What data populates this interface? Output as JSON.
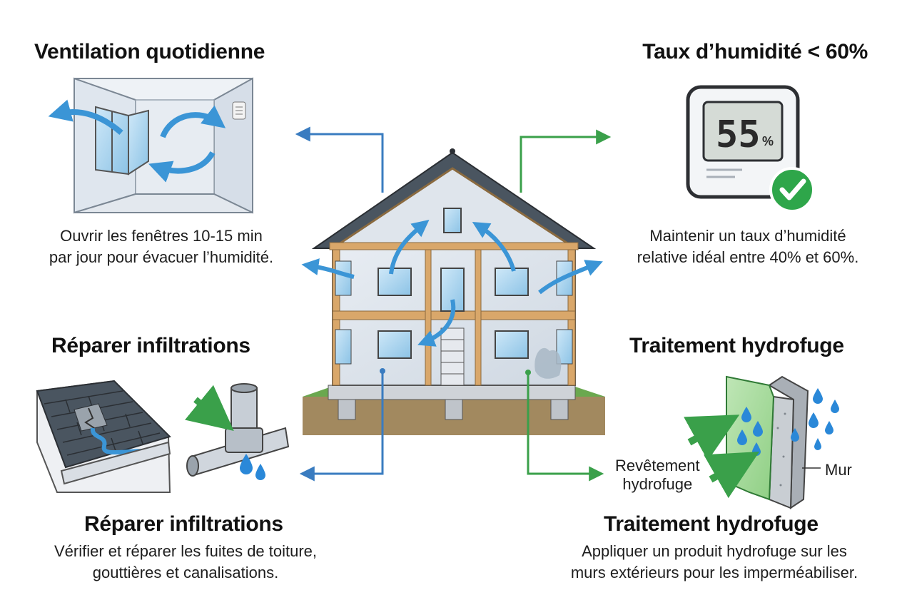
{
  "top_left": {
    "title": "Ventilation quotidienne",
    "desc_line1": "Ouvrir les fenêtres 10-15 min",
    "desc_line2": "par jour pour évacuer l’humidité."
  },
  "top_right": {
    "title": "Taux d’humidité < 60%",
    "display_value": "55",
    "display_unit": "%",
    "desc_line1": "Maintenir un taux d’humidité",
    "desc_line2": "relative idéal entre 40% et 60%."
  },
  "mid_left": {
    "title": "Réparer infiltrations"
  },
  "mid_right": {
    "title": "Traitement hydrofuge"
  },
  "bottom_left": {
    "title": "Réparer infiltrations",
    "desc_line1": "Vérifier et réparer les fuites de toiture,",
    "desc_line2": "gouttières et canalisations."
  },
  "bottom_right": {
    "title": "Traitement hydrofuge",
    "desc_line1": "Appliquer un produit hydrofuge sur les",
    "desc_line2": "murs extérieurs pour les imperméabiliser.",
    "coating_label_line1": "Revêtement",
    "coating_label_line2": "hydrofuge",
    "wall_label": "Mur"
  },
  "colors": {
    "blue_arrow": "#3a7cc0",
    "green_arrow": "#3aa04a",
    "check_green": "#2ea64a",
    "air_flow": "#3b95d6"
  },
  "icons": [
    "window-room-icon",
    "hygrometer-icon",
    "check-icon",
    "roof-leak-icon",
    "pipe-leak-icon",
    "water-repellent-wall-icon",
    "house-cutaway-icon"
  ]
}
